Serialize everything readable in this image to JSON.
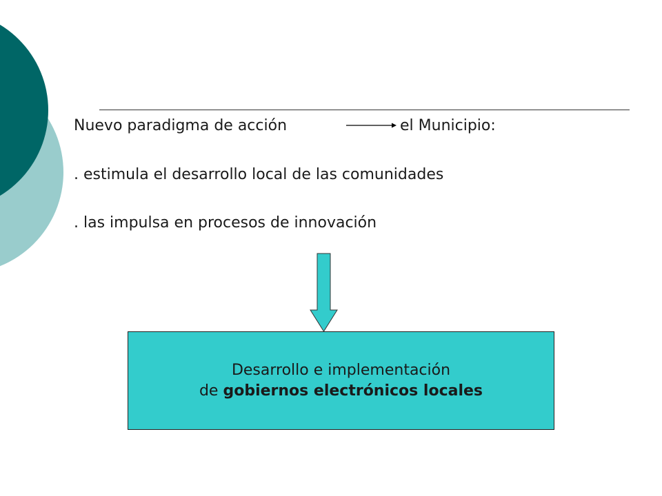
{
  "colors": {
    "circle_dark": "#006666",
    "circle_light": "#99cccc",
    "box_fill": "#33cccc",
    "arrow_fill": "#33cccc"
  },
  "intro": {
    "left_text": "Nuevo paradigma de acción",
    "right_text": "el Municipio:"
  },
  "bullets": [
    ". estimula el desarrollo local de las comunidades",
    ". las impulsa en procesos de innovación"
  ],
  "result": {
    "line1": "Desarrollo e implementación",
    "line2_prefix": "de ",
    "line2_bold": "gobiernos electrónicos locales"
  }
}
